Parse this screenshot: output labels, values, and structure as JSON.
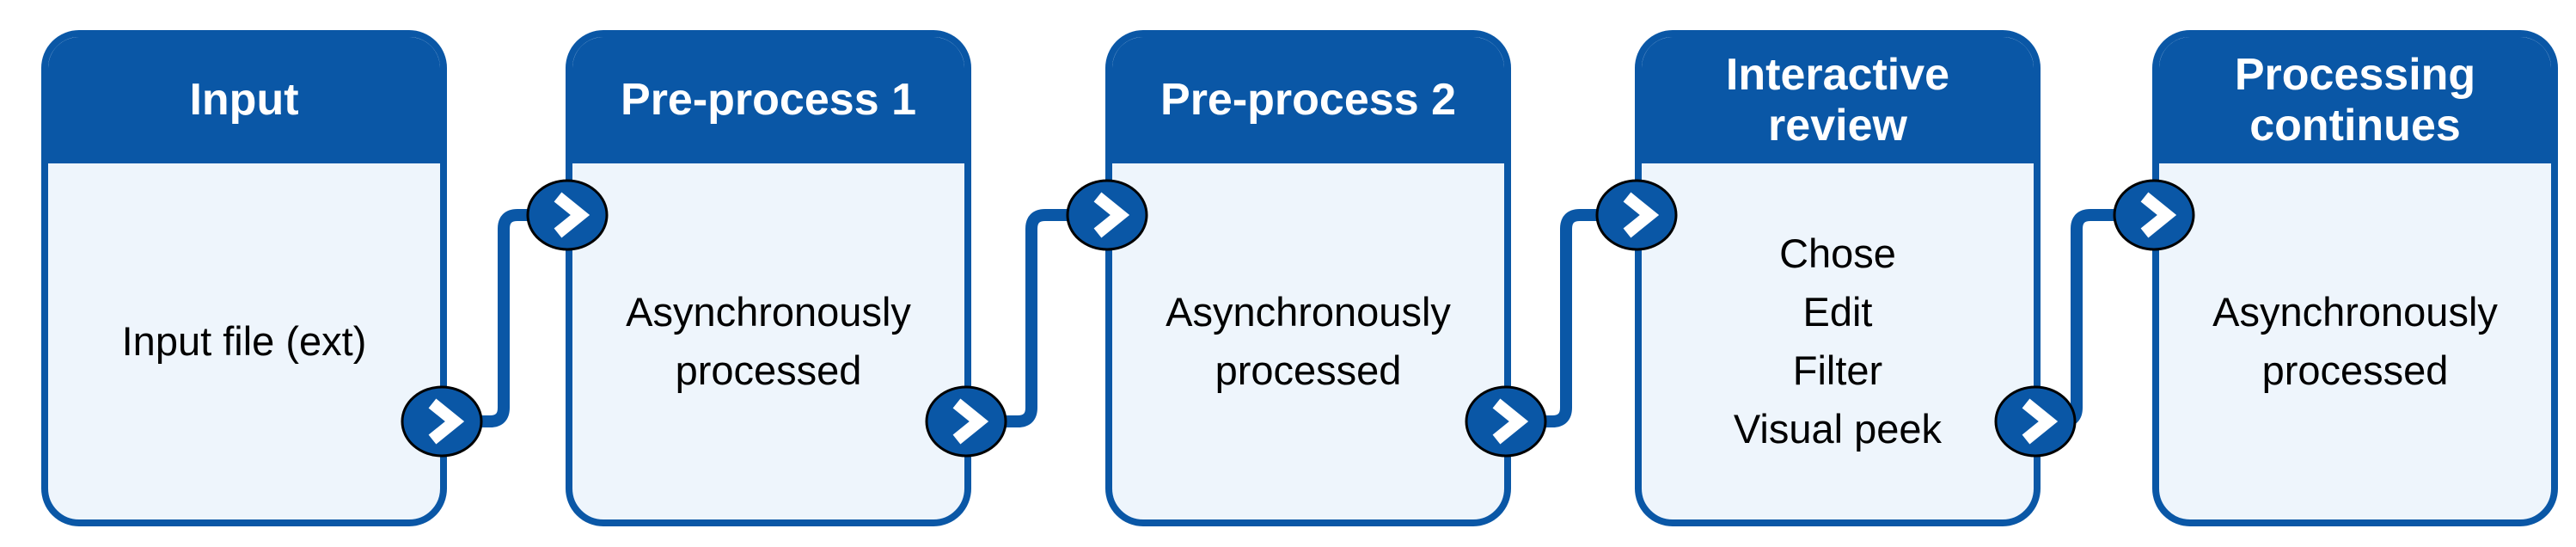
{
  "diagram": {
    "type": "flowchart",
    "direction": "left-to-right",
    "accent_color": "#0a57a6",
    "body_fill_color": "#eef5fc",
    "header_text_color": "#ffffff",
    "body_text_color": "#000000",
    "connector_icon": "chevron-right-icon",
    "boxes": [
      {
        "title": "Input",
        "body": [
          "Input file (ext)"
        ]
      },
      {
        "title": "Pre-process 1",
        "body": [
          "Asynchronously processed"
        ]
      },
      {
        "title": "Pre-process 2",
        "body": [
          "Asynchronously processed"
        ]
      },
      {
        "title": "Interactive review",
        "body": [
          "Chose",
          "Edit",
          "Filter",
          "Visual peek"
        ]
      },
      {
        "title": "Processing continues",
        "body": [
          "Asynchronously processed"
        ]
      }
    ]
  }
}
